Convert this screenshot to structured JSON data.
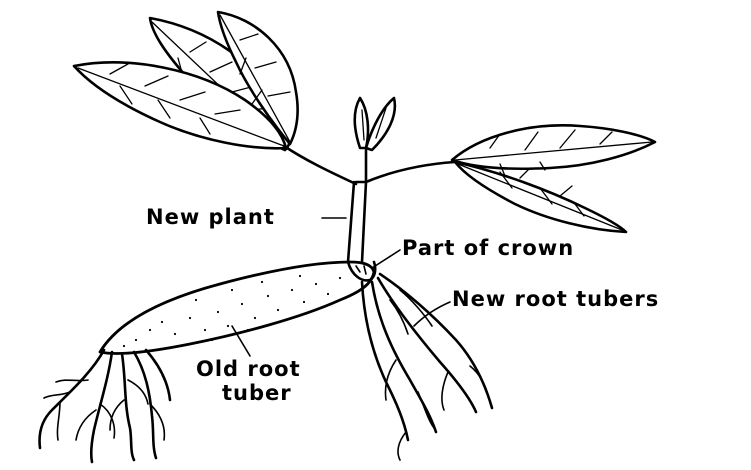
{
  "labels": {
    "new_plant": "New plant",
    "part_of_crown": "Part of crown",
    "new_root_tubers": "New root tubers",
    "old_root_tuber_line1": "Old root",
    "old_root_tuber_line2": "tuber"
  }
}
